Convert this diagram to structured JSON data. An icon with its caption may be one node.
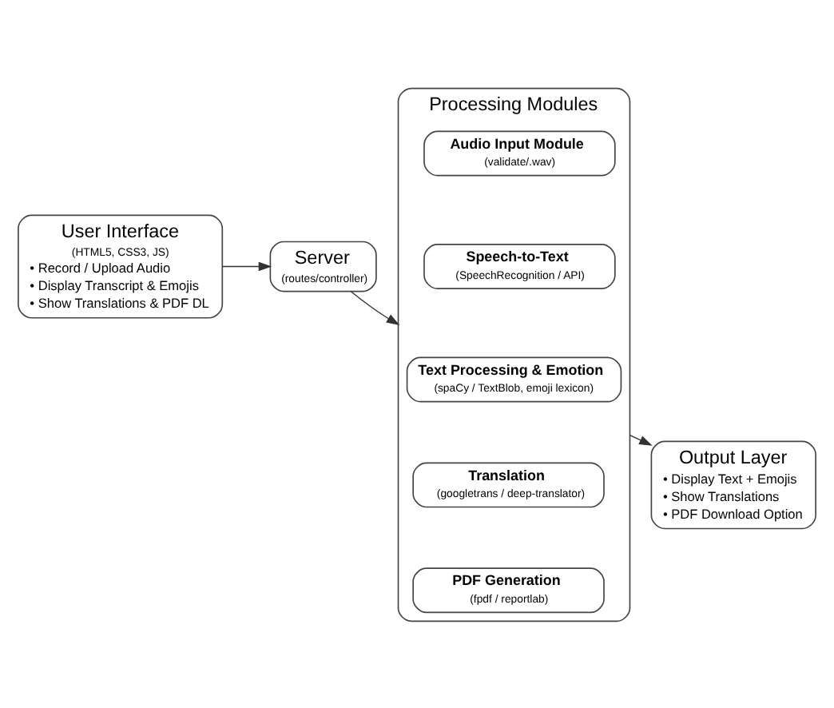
{
  "diagram": {
    "nodes": [
      {
        "text": [
          "User Interface",
          "(HTML5, CSS3, JS)",
          "• Record / Upload Audio",
          "• Display Transcript & Emojis",
          "• Show Translations & PDF DL"
        ]
      },
      {
        "text": [
          "Server",
          "(routes/controller)"
        ]
      },
      {
        "text": [
          "Processing Modules"
        ]
      },
      {
        "text": [
          "Audio Input Module",
          "(validate/.wav)"
        ],
        "in": 2
      },
      {
        "text": [
          "Speech-to-Text",
          "(SpeechRecognition / API)"
        ],
        "in": 2
      },
      {
        "text": [
          "Text Processing & Emotion",
          "(spaCy / TextBlob, emoji lexicon)"
        ],
        "in": 2
      },
      {
        "text": [
          "Translation",
          "(googletrans / deep-translator)"
        ],
        "in": 2
      },
      {
        "text": [
          "PDF Generation",
          "(fpdf / reportlab)"
        ],
        "in": 2
      },
      {
        "text": [
          "Output Layer",
          "• Display Text + Emojis",
          "• Show Translations",
          "• PDF Download Option"
        ]
      }
    ],
    "edges": [
      {
        "from": 0,
        "to": 1,
        "arrow": "to"
      },
      {
        "from": 1,
        "to": 2,
        "arrow": "to"
      },
      {
        "from": 2,
        "to": 8,
        "arrow": "to"
      }
    ]
  }
}
